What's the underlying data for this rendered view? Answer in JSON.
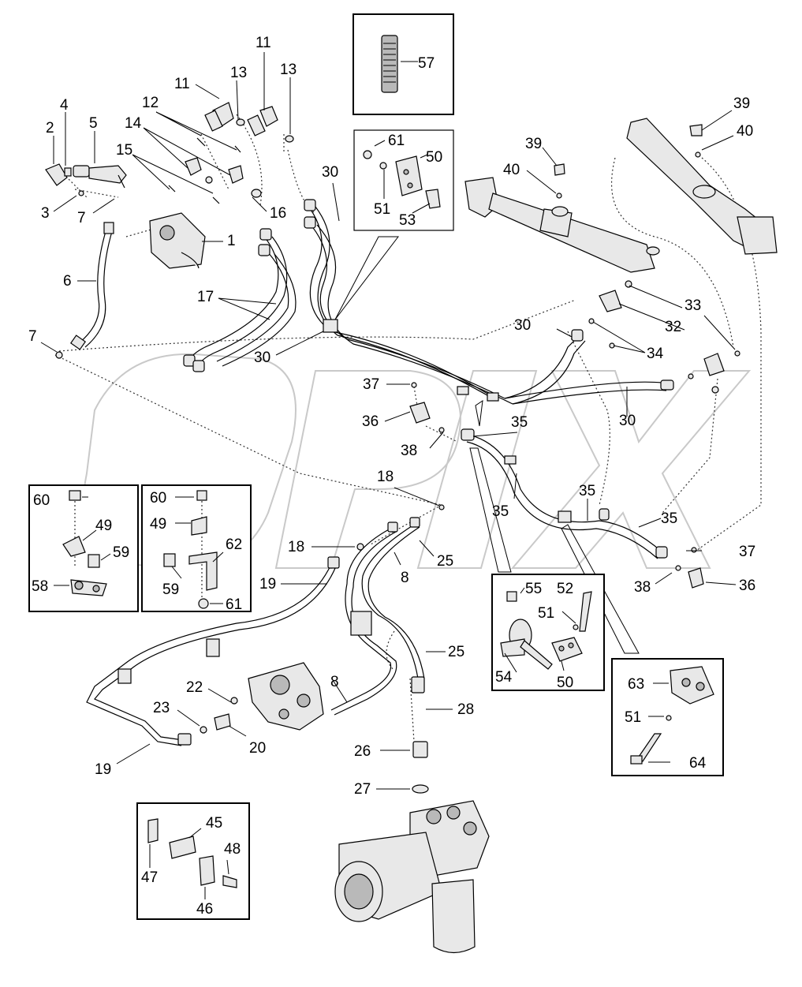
{
  "callouts": {
    "c1": "1",
    "c2": "2",
    "c3": "3",
    "c4": "4",
    "c5": "5",
    "c6": "6",
    "c7a": "7",
    "c7b": "7",
    "c8a": "8",
    "c8b": "8",
    "c11a": "11",
    "c11b": "11",
    "c12": "12",
    "c13a": "13",
    "c13b": "13",
    "c14": "14",
    "c15": "15",
    "c16": "16",
    "c17": "17",
    "c18a": "18",
    "c18b": "18",
    "c19a": "19",
    "c19b": "19",
    "c20": "20",
    "c22": "22",
    "c23": "23",
    "c25a": "25",
    "c25b": "25",
    "c26": "26",
    "c27": "27",
    "c28": "28",
    "c30a": "30",
    "c30b": "30",
    "c30c": "30",
    "c30d": "30",
    "c32": "32",
    "c33": "33",
    "c34": "34",
    "c35a": "35",
    "c35b": "35",
    "c35c": "35",
    "c35d": "35",
    "c36a": "36",
    "c36b": "36",
    "c37a": "37",
    "c37b": "37",
    "c38a": "38",
    "c38b": "38",
    "c39a": "39",
    "c39b": "39",
    "c40a": "40",
    "c40b": "40",
    "c57": "57",
    "b61a": "61",
    "b50a": "50",
    "b51a": "51",
    "b53": "53",
    "b60a": "60",
    "b49a": "49",
    "b59a": "59",
    "b58": "58",
    "b60b": "60",
    "b49b": "49",
    "b62": "62",
    "b59b": "59",
    "b61b": "61",
    "b55": "55",
    "b52": "52",
    "b51b": "51",
    "b54": "54",
    "b50b": "50",
    "b63": "63",
    "b51c": "51",
    "b64": "64",
    "b45": "45",
    "b47": "47",
    "b48": "48",
    "b46": "46"
  },
  "watermark": "OPIX",
  "colors": {
    "ink": "#000000",
    "watermark": "#c9c9c9",
    "background": "#ffffff"
  }
}
